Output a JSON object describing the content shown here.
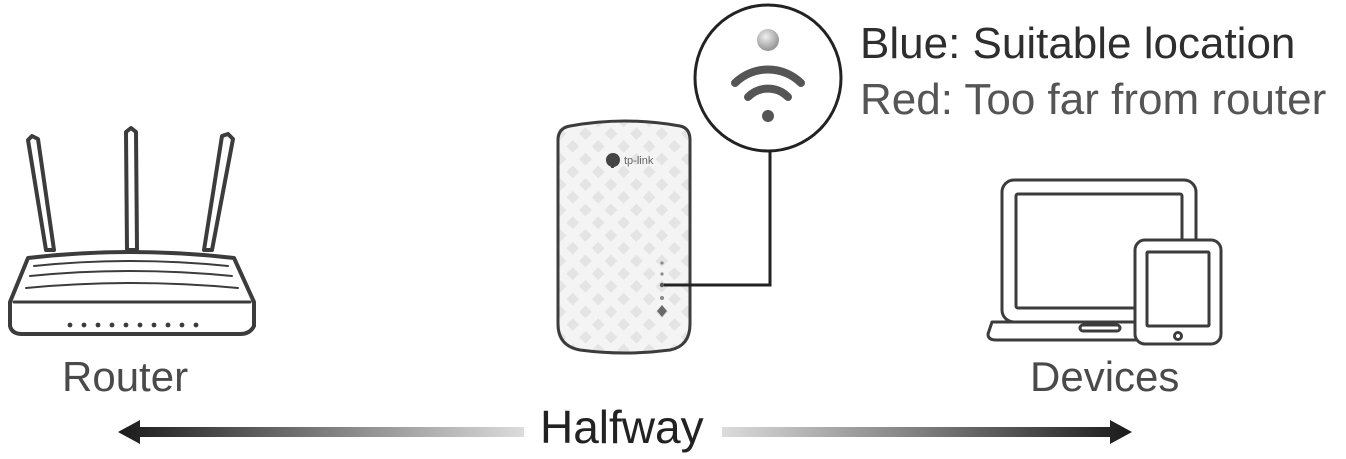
{
  "legend": {
    "blue": "Blue: Suitable location",
    "red": "Red: Too far from router"
  },
  "labels": {
    "router": "Router",
    "devices": "Devices",
    "halfway": "Halfway"
  },
  "extender": {
    "brand": "tp-link"
  },
  "icons": {
    "router": "router-icon",
    "extender": "range-extender-icon",
    "signal": "wifi-signal-icon",
    "devices": "laptop-and-tablet-icon",
    "arrow": "double-arrow-icon"
  },
  "colors": {
    "stroke": "#4a4a4a",
    "arrow_dark": "#1e1e1e",
    "arrow_light": "#d9d9d9"
  }
}
